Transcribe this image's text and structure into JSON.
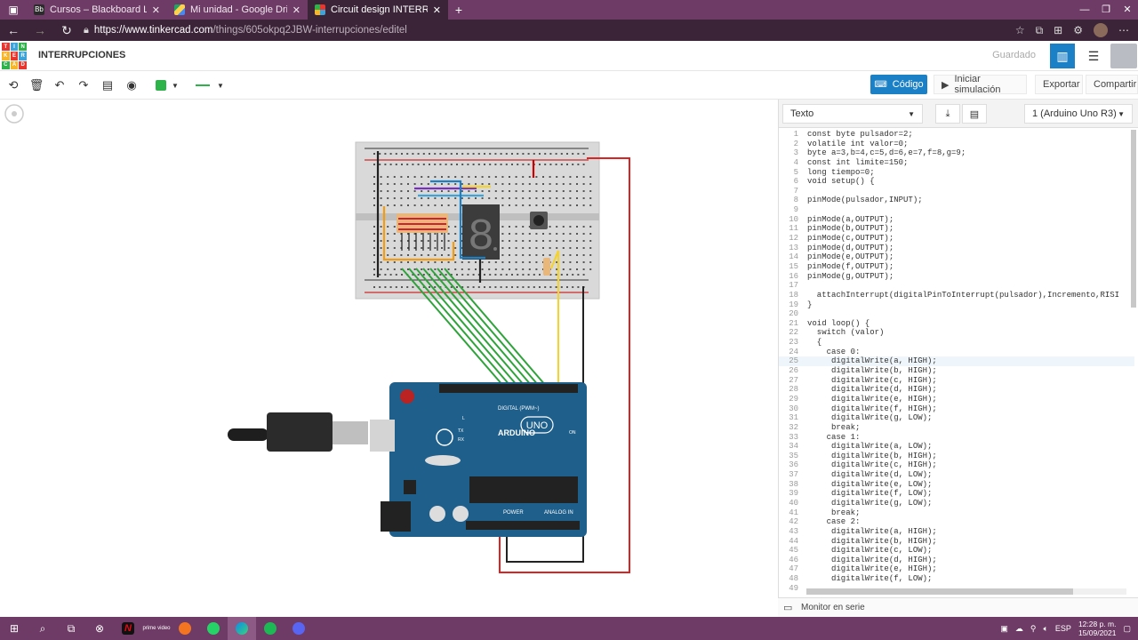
{
  "browser": {
    "tabs": [
      {
        "title": "Cursos – Blackboard Learn",
        "favicon": "Bb",
        "color": "#2b2b2b"
      },
      {
        "title": "Mi unidad - Google Drive",
        "favicon": "drive",
        "color": "#1fa463"
      },
      {
        "title": "Circuit design INTERRUPCIONES",
        "favicon": "tinkercad",
        "color": "#e8352e"
      }
    ],
    "url_prefix": "https://www.tinkercad.com",
    "url_path": "/things/605okpq2JBW-interrupciones/editel"
  },
  "header": {
    "logo_letters": [
      "T",
      "I",
      "N",
      "K",
      "E",
      "R",
      "C",
      "A",
      "D"
    ],
    "project_title": "INTERRUPCIONES",
    "saved_label": "Guardado"
  },
  "toolbar": {
    "code_label": "Código",
    "simulate_label": "Iniciar simulación",
    "export_label": "Exportar",
    "share_label": "Compartir",
    "color_swatch": "#2db34a"
  },
  "code_panel": {
    "mode": "Texto",
    "device": "1 (Arduino Uno R3)",
    "highlight_line": 25,
    "lines": [
      "const byte pulsador=2;",
      "volatile int valor=0;",
      "byte a=3,b=4,c=5,d=6,e=7,f=8,g=9;",
      "const int limite=150;",
      "long tiempo=0;",
      "void setup() {",
      "",
      "pinMode(pulsador,INPUT);",
      "",
      "pinMode(a,OUTPUT);",
      "pinMode(b,OUTPUT);",
      "pinMode(c,OUTPUT);",
      "pinMode(d,OUTPUT);",
      "pinMode(e,OUTPUT);",
      "pinMode(f,OUTPUT);",
      "pinMode(g,OUTPUT);",
      "",
      "  attachInterrupt(digitalPinToInterrupt(pulsador),Incremento,RISI",
      "}",
      "",
      "void loop() {",
      "  switch (valor)",
      "  {",
      "    case 0:",
      "     digitalWrite(a, HIGH);",
      "     digitalWrite(b, HIGH);",
      "     digitalWrite(c, HIGH);",
      "     digitalWrite(d, HIGH);",
      "     digitalWrite(e, HIGH);",
      "     digitalWrite(f, HIGH);",
      "     digitalWrite(g, LOW);",
      "     break;",
      "    case 1:",
      "     digitalWrite(a, LOW);",
      "     digitalWrite(b, HIGH);",
      "     digitalWrite(c, HIGH);",
      "     digitalWrite(d, LOW);",
      "     digitalWrite(e, LOW);",
      "     digitalWrite(f, LOW);",
      "     digitalWrite(g, LOW);",
      "     break;",
      "    case 2:",
      "     digitalWrite(a, HIGH);",
      "     digitalWrite(b, HIGH);",
      "     digitalWrite(c, LOW);",
      "     digitalWrite(d, HIGH);",
      "     digitalWrite(e, HIGH);",
      "     digitalWrite(f, LOW);",
      "     "
    ],
    "serial_monitor_label": "Monitor en serie"
  },
  "circuit": {
    "board_label": "ARDUINO",
    "board_model": "UNO",
    "digital_label": "DIGITAL (PWM~)",
    "power_label": "POWER",
    "analog_label": "ANALOG IN",
    "on_label": "ON",
    "l_label": "L",
    "tx_label": "TX",
    "rx_label": "RX",
    "segment_digit": "8"
  },
  "taskbar": {
    "time": "12:28 p. m.",
    "date": "15/09/2021",
    "lang": "ESP",
    "prime_label": "prime video"
  }
}
